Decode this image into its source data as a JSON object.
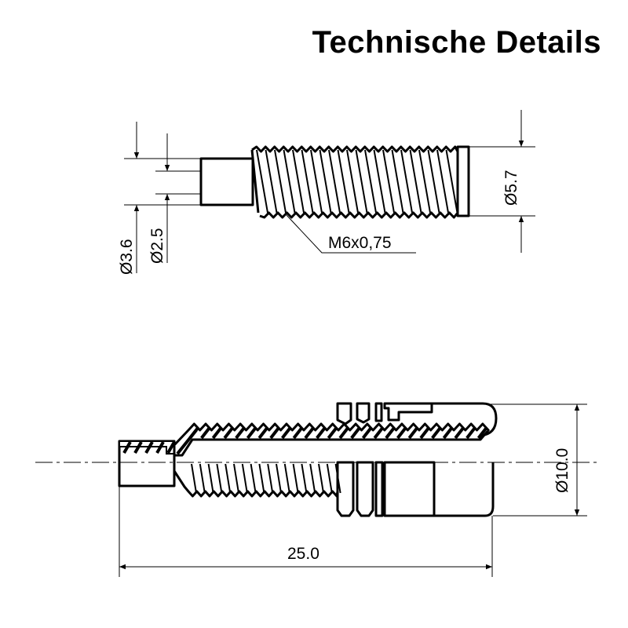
{
  "title": "Technische Details",
  "top_view": {
    "dim_outer_small": "Ø3.6",
    "dim_inner_small": "Ø2.5",
    "dim_thread_diameter": "Ø5.7",
    "thread_callout": "M6x0,75"
  },
  "section_view": {
    "dim_diameter": "Ø10.0",
    "dim_length": "25.0"
  }
}
